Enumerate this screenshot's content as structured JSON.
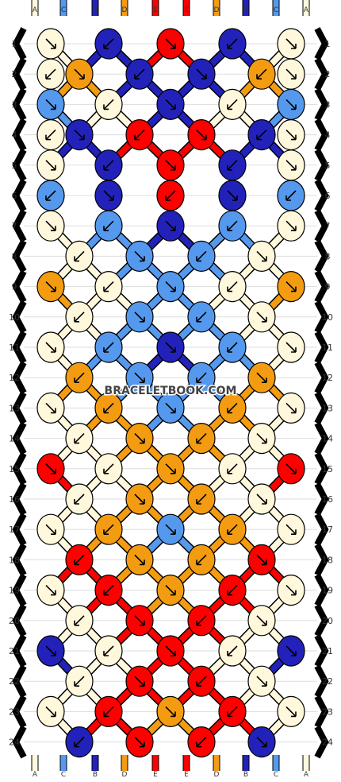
{
  "colors": {
    "A": "#FFF8DC",
    "B": "#2222BB",
    "C": "#5599EE",
    "D": "#F39C12",
    "E": "#FF0000"
  },
  "string_labels": [
    "A",
    "C",
    "B",
    "D",
    "E",
    "E",
    "D",
    "B",
    "C",
    "A"
  ],
  "row_numbers": [
    "1",
    "2",
    "3",
    "4",
    "5",
    "6",
    "7",
    "8",
    "9",
    "10",
    "11",
    "12",
    "13",
    "14",
    "15",
    "16",
    "17",
    "18",
    "19",
    "20",
    "21",
    "22",
    "23",
    "24"
  ],
  "knots": [
    [
      "A",
      "B",
      "E",
      "B",
      "A"
    ],
    [
      "A",
      "D",
      "B",
      "B",
      "D",
      "A"
    ],
    [
      "C",
      "A",
      "B",
      "A",
      "C"
    ],
    [
      "A",
      "B",
      "E",
      "E",
      "B",
      "A"
    ],
    [
      "A",
      "B",
      "E",
      "B",
      "A"
    ],
    [
      "C",
      "B",
      "E",
      "B",
      "C"
    ],
    [
      "A",
      "C",
      "B",
      "C",
      "A"
    ],
    [
      "A",
      "C",
      "C",
      "A"
    ],
    [
      "D",
      "A",
      "C",
      "A",
      "D"
    ],
    [
      "A",
      "C",
      "C",
      "A"
    ],
    [
      "A",
      "C",
      "B",
      "C",
      "A"
    ],
    [
      "D",
      "C",
      "C",
      "D"
    ],
    [
      "A",
      "D",
      "C",
      "D",
      "A"
    ],
    [
      "A",
      "D",
      "D",
      "A"
    ],
    [
      "E",
      "A",
      "D",
      "A",
      "E"
    ],
    [
      "A",
      "D",
      "D",
      "A"
    ],
    [
      "A",
      "D",
      "C",
      "D",
      "A"
    ],
    [
      "E",
      "D",
      "D",
      "E"
    ],
    [
      "A",
      "E",
      "D",
      "E",
      "A"
    ],
    [
      "A",
      "E",
      "E",
      "A"
    ],
    [
      "B",
      "A",
      "E",
      "A",
      "B"
    ],
    [
      "A",
      "E",
      "E",
      "A"
    ],
    [
      "A",
      "E",
      "D",
      "E",
      "A"
    ],
    [
      "B",
      "E",
      "E",
      "B"
    ]
  ],
  "watermark": "BRACELETBOOK.COM"
}
